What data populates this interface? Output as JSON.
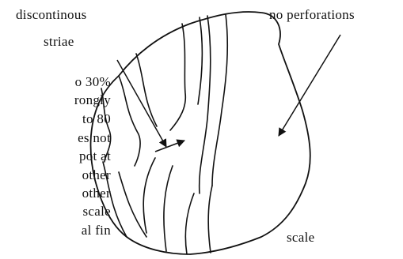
{
  "labels": {
    "discontinous": "discontinous",
    "striae": "striae",
    "no_perforations": "no perforations",
    "scale": "scale"
  },
  "left_text": {
    "lines": [
      "o 30%",
      "rongly",
      "to 80",
      "es not",
      "pot at",
      "other",
      "other",
      "scale",
      "al fin"
    ]
  },
  "colors": {
    "ink": "#111111",
    "background": "#ffffff"
  }
}
